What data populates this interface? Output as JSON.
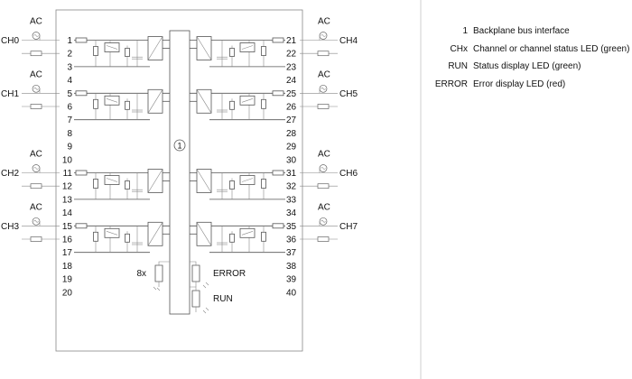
{
  "diagram": {
    "left_terminals": [
      "1",
      "2",
      "3",
      "4",
      "5",
      "6",
      "7",
      "8",
      "9",
      "10",
      "11",
      "12",
      "13",
      "14",
      "15",
      "16",
      "17",
      "18",
      "19",
      "20"
    ],
    "right_terminals": [
      "21",
      "22",
      "23",
      "24",
      "25",
      "26",
      "27",
      "28",
      "29",
      "30",
      "31",
      "32",
      "33",
      "34",
      "35",
      "36",
      "37",
      "38",
      "39",
      "40"
    ],
    "left_channels": [
      {
        "label": "CH0",
        "source": "AC",
        "terminal_index": 0
      },
      {
        "label": "CH1",
        "source": "AC",
        "terminal_index": 4
      },
      {
        "label": "CH2",
        "source": "AC",
        "terminal_index": 10
      },
      {
        "label": "CH3",
        "source": "AC",
        "terminal_index": 14
      }
    ],
    "right_channels": [
      {
        "label": "CH4",
        "source": "AC",
        "terminal_index": 0
      },
      {
        "label": "CH5",
        "source": "AC",
        "terminal_index": 4
      },
      {
        "label": "CH6",
        "source": "AC",
        "terminal_index": 10
      },
      {
        "label": "CH7",
        "source": "AC",
        "terminal_index": 14
      }
    ],
    "bus_marker": "1",
    "led_count_label": "8x",
    "error_label": "ERROR",
    "run_label": "RUN"
  },
  "legend": [
    {
      "key": "1",
      "value": "Backplane bus interface"
    },
    {
      "key": "CHx",
      "value": "Channel or channel status LED (green)"
    },
    {
      "key": "RUN",
      "value": "Status display LED (green)"
    },
    {
      "key": "ERROR",
      "value": "Error display LED (red)"
    }
  ]
}
